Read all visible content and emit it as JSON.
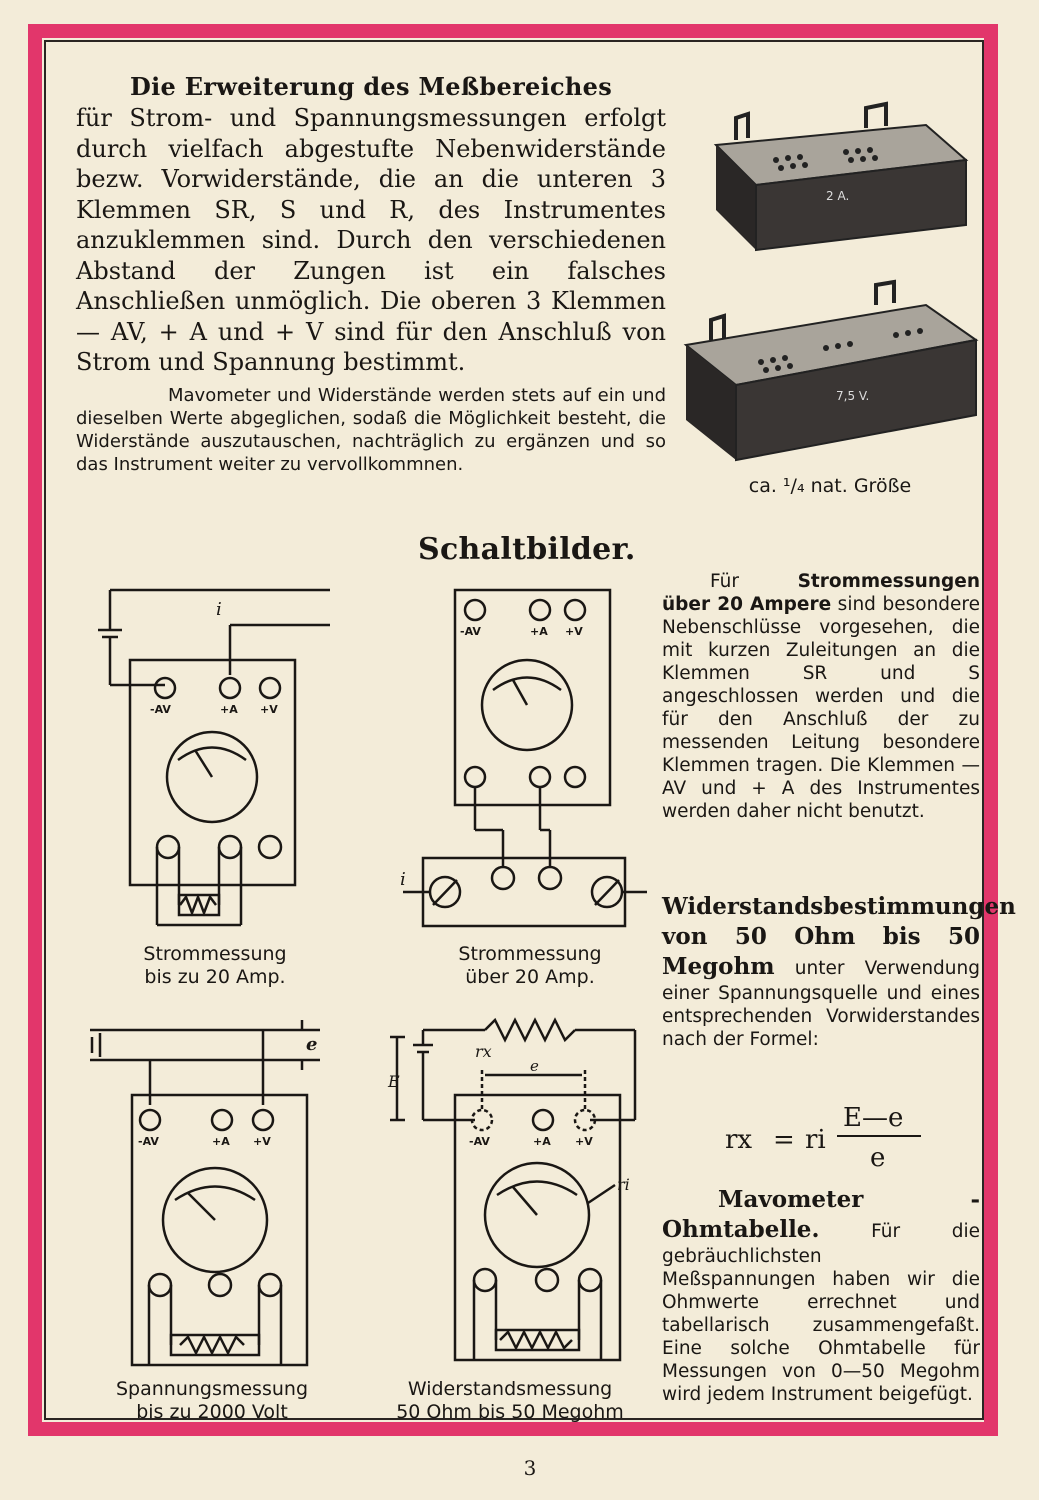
{
  "intro": {
    "heading": "Die Erweiterung des Meßbereiches",
    "lead": "für Strom- und Spannungsmessungen erfolgt durch vielfach abgestufte Nebenwiderstände bezw. Vorwiderstände, die an die unteren 3 Klemmen SR, S und R, des Instrumentes anzuklemmen sind. Durch den verschiedenen Abstand der Zungen ist ein falsches Anschließen unmöglich. Die oberen 3 Klemmen — AV, + A und + V sind für den Anschluß von Strom und Spannung bestimmt.",
    "note": "Mavometer und Widerstände werden stets auf ein und dieselben Werte abgeglichen, sodaß die Möglichkeit besteht, die Widerstände auszutauschen, nachträglich zu ergänzen und so das Instrument weiter zu vervollkommnen."
  },
  "resistor_boxes": {
    "top_label": "2 A.",
    "bottom_label": "7,5 V.",
    "caption": "ca. ¹/₄ nat. Größe"
  },
  "section_title": "Schaltbilder.",
  "terminals": {
    "av": "-AV",
    "a": "+A",
    "v": "+V"
  },
  "diagram_symbols": {
    "current": "i",
    "voltage_small": "e",
    "voltage_large": "E",
    "rx": "rx",
    "ri": "ri"
  },
  "diagrams": [
    {
      "caption_line1": "Strommessung",
      "caption_line2": "bis zu 20 Amp."
    },
    {
      "caption_line1": "Strommessung",
      "caption_line2": "über 20 Amp."
    },
    {
      "caption_line1": "Spannungsmessung",
      "caption_line2": "bis zu 2000 Volt"
    },
    {
      "caption_line1": "Widerstandsmessung",
      "caption_line2": "50 Ohm bis 50 Megohm"
    }
  ],
  "right_column": {
    "para1_lead": "Für ",
    "para1_bold": "Strommessungen über 20 Ampere",
    "para1_rest": " sind besondere Nebenschlüsse vorgesehen, die mit kurzen Zuleitungen an die Klemmen SR und S angeschlossen werden und die für den Anschluß der zu messenden Leitung besondere Klemmen tragen. Die Klemmen — AV und + A des Instrumentes werden daher nicht benutzt.",
    "para2_bold": "Widerstandsbestimmungen von 50 Ohm bis 50 Megohm",
    "para2_rest": " unter Verwendung einer Spannungsquelle und eines entsprechenden Vorwiderstandes nach der Formel:",
    "para3_bold": "Mavometer - Ohmtabelle.",
    "para3_rest": " Für die gebräuchlichsten Meßspannungen haben wir die Ohmwerte errechnet und tabellarisch zusammengefaßt. Eine solche Ohmtabelle für Messungen von 0—50 Megohm wird jedem Instrument beigefügt."
  },
  "formula": {
    "lhs": "rx",
    "eq": "=",
    "ri": "ri",
    "numerator": "E—e",
    "denominator": "e"
  },
  "page_number": "3"
}
